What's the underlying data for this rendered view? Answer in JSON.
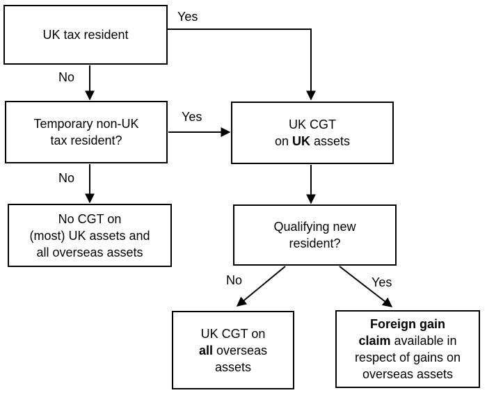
{
  "diagram": {
    "colors": {
      "stroke": "#000000",
      "background": "#ffffff",
      "text": "#000000"
    },
    "nodes": {
      "uk_tax_resident": {
        "lines": [
          [
            {
              "t": "UK tax resident"
            }
          ]
        ]
      },
      "temp_non_uk": {
        "lines": [
          [
            {
              "t": "Temporary non-UK"
            }
          ],
          [
            {
              "t": "tax resident?"
            }
          ]
        ]
      },
      "no_cgt": {
        "lines": [
          [
            {
              "t": "No CGT on"
            }
          ],
          [
            {
              "t": "(most) UK assets and"
            }
          ],
          [
            {
              "t": "all overseas assets"
            }
          ]
        ]
      },
      "uk_cgt_uk": {
        "lines": [
          [
            {
              "t": "UK CGT"
            }
          ],
          [
            {
              "t": "on "
            },
            {
              "t": "UK",
              "b": true
            },
            {
              "t": " assets"
            }
          ]
        ]
      },
      "qualifying": {
        "lines": [
          [
            {
              "t": "Qualifying new"
            }
          ],
          [
            {
              "t": "resident?"
            }
          ]
        ]
      },
      "uk_cgt_all": {
        "lines": [
          [
            {
              "t": "UK CGT on"
            }
          ],
          [
            {
              "t": "all",
              "b": true
            },
            {
              "t": " overseas"
            }
          ],
          [
            {
              "t": "assets"
            }
          ]
        ]
      },
      "foreign_gain": {
        "lines": [
          [
            {
              "t": "Foreign gain",
              "b": true
            }
          ],
          [
            {
              "t": "claim",
              "b": true
            },
            {
              "t": " available in"
            }
          ],
          [
            {
              "t": "respect of gains on"
            }
          ],
          [
            {
              "t": "overseas assets"
            }
          ]
        ]
      }
    },
    "edge_labels": {
      "yes_top": "Yes",
      "no_top": "No",
      "yes_mid": "Yes",
      "no_mid": "No",
      "no_diag": "No",
      "yes_diag": "Yes"
    }
  }
}
